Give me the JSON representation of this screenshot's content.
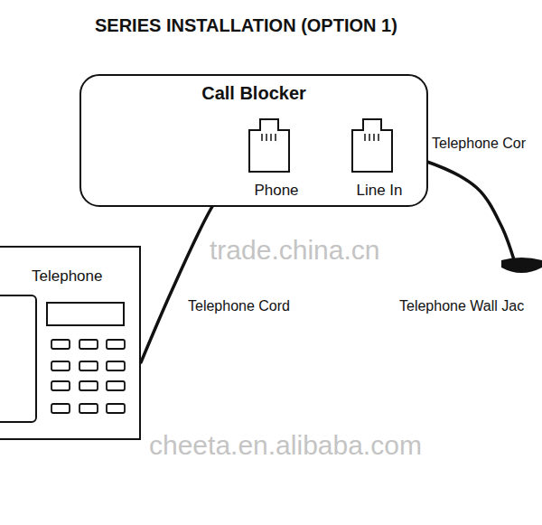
{
  "diagram": {
    "title": "SERIES INSTALLATION (OPTION 1)",
    "nodes": [
      {
        "text": [
          "Call Blocker"
        ]
      },
      {
        "text": [
          "Phone"
        ],
        "in": 0
      },
      {
        "text": [
          "Line In"
        ],
        "in": 0
      },
      {
        "text": [
          "Telephone"
        ]
      },
      {
        "text": [
          "Telephone Wall Jac"
        ]
      }
    ],
    "edges": [
      {
        "from": 3,
        "to": 1,
        "label": "Telephone Cord",
        "arrow": "none"
      },
      {
        "from": 2,
        "to": 4,
        "label": "Telephone Cor",
        "arrow": "none"
      }
    ],
    "labels": [
      "trade.china.cn",
      "cheeta.en.alibaba.com"
    ]
  }
}
